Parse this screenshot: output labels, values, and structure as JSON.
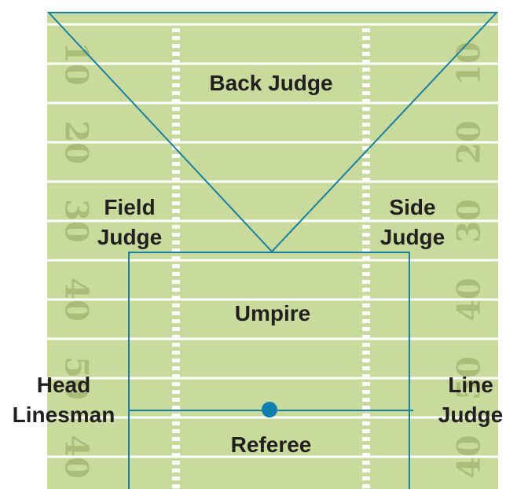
{
  "colors": {
    "field": "#c9db9c",
    "yard_line": "#ffffff",
    "hash": "#ffffff",
    "number": "#a9bd78",
    "zone_line": "#1b7fa0",
    "referee_dot": "#0f7fae",
    "text": "#231f20"
  },
  "yard_numbers": {
    "left": [
      "10",
      "20",
      "30",
      "40",
      "50",
      "40"
    ],
    "right": [
      "10",
      "20",
      "30",
      "40",
      "50",
      "40"
    ]
  },
  "labels": {
    "back_judge": "Back Judge",
    "field_judge": [
      "Field",
      "Judge"
    ],
    "side_judge": [
      "Side",
      "Judge"
    ],
    "umpire": "Umpire",
    "head_linesman": [
      "Head",
      "Linesman"
    ],
    "line_judge": [
      "Line",
      "Judge"
    ],
    "referee": "Referee"
  }
}
